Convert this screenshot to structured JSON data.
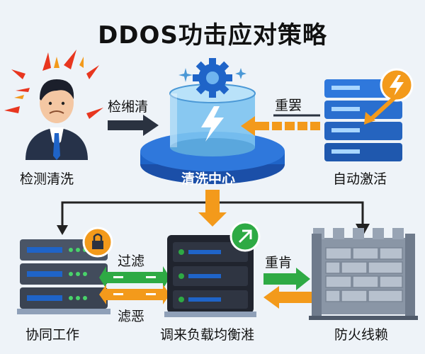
{
  "title": "DDOS功击应对策略",
  "nodes": {
    "detect": "检测清洗",
    "center": "清洗中心",
    "activate": "自动激活",
    "collab": "协同工作",
    "loadbalance": "调来负载均衡溎",
    "firewall": "防火线赖"
  },
  "arrows": {
    "to_center": "检缃清",
    "from_activate": "重罢",
    "filter_top": "过滤",
    "filter_bottom": "滤恶",
    "to_firewall": "重肯"
  },
  "colors": {
    "blue": "#1f64c8",
    "orange": "#f39a1b",
    "green": "#2eaa44",
    "dark": "#2a3240"
  }
}
